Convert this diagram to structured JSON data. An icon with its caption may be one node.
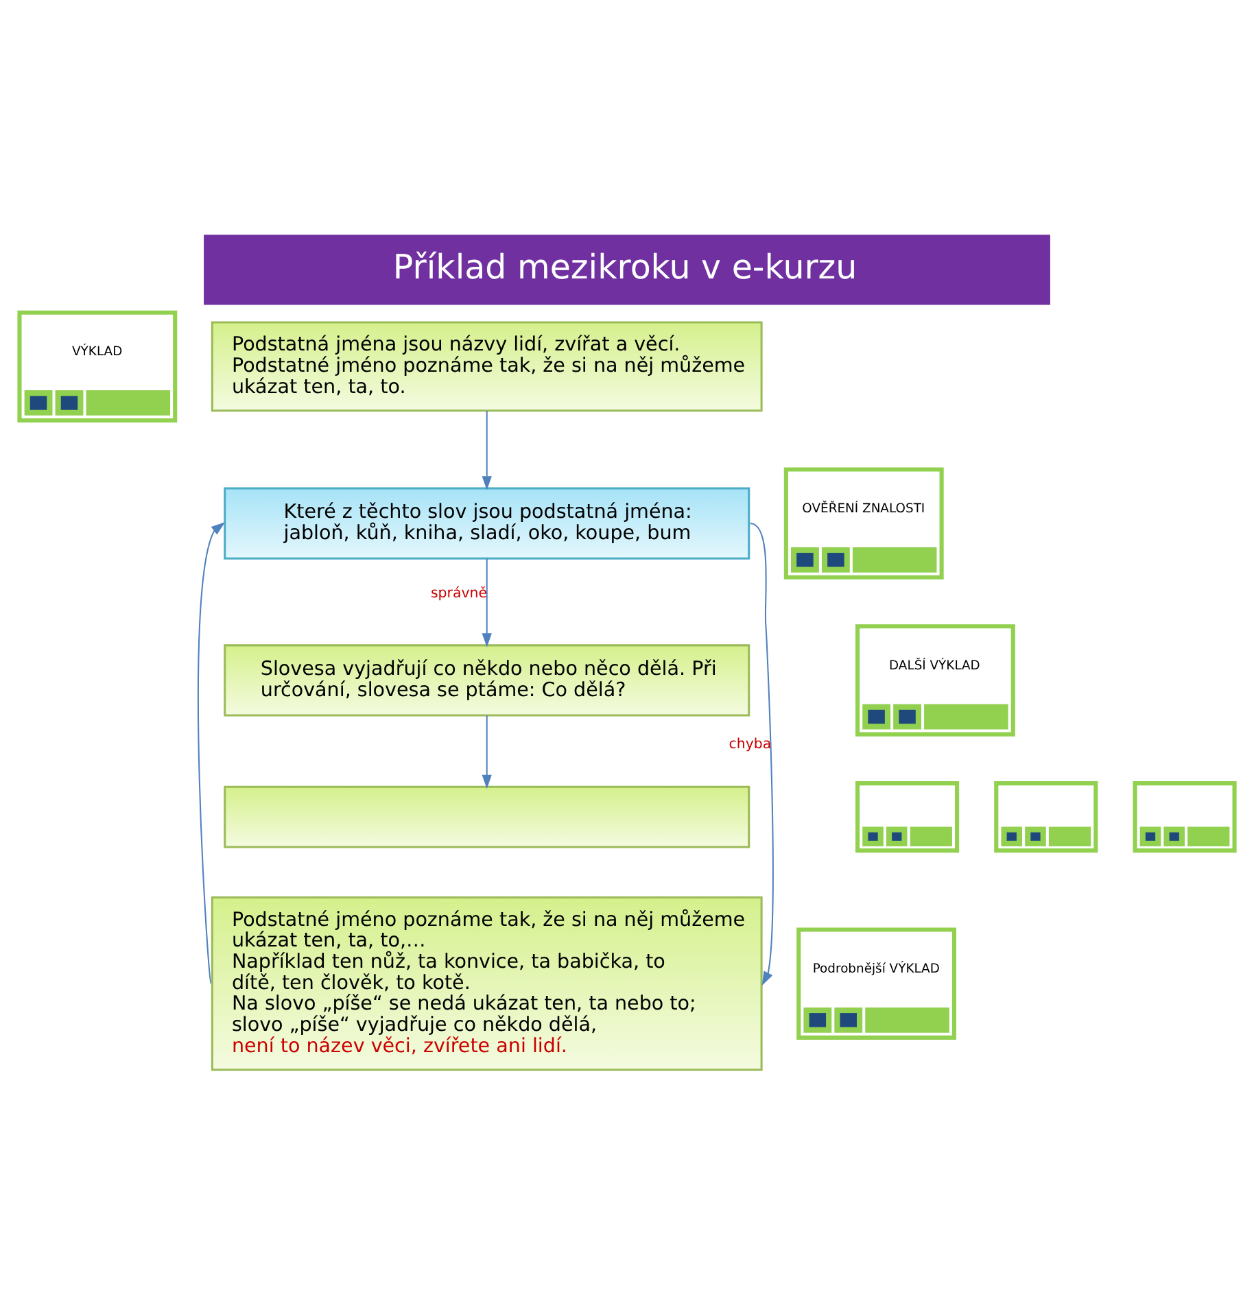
{
  "diagram": {
    "title": "Příklad mezikroku v e-kurzu",
    "nodes": [
      {
        "text": [
          "VÝKLAD"
        ]
      },
      {
        "text": [
          "Podstatná jména jsou názvy lidí, zvířat a věcí. Podstatné jméno poznáme tak, že si na něj můžeme ukázat ten, ta, to."
        ]
      },
      {
        "text": [
          "OVĚŘENÍ ZNALOSTI"
        ]
      },
      {
        "text": [
          "Které z těchto slov jsou podstatná jména: jabloň, kůň, kniha, sladí, oko, koupe, bum"
        ]
      },
      {
        "text": [
          "DALŠÍ VÝKLAD"
        ]
      },
      {
        "text": [
          "Slovesa vyjadřují co někdo nebo něco dělá. Při určování, slovesa se ptáme: Co dělá?"
        ]
      },
      {
        "text": [],
        "shape": "box"
      },
      {
        "text": [],
        "shape": "box"
      },
      {
        "text": [],
        "shape": "box"
      },
      {
        "text": [],
        "shape": "box"
      },
      {
        "text": [
          "Podrobnější VÝKLAD"
        ]
      },
      {
        "text": [
          "Podstatné jméno poznáme tak, že si na něj můžeme ukázat ten, ta, to,…",
          "Například ten nůž, ta konvice, ta babička, to dítě, ten člověk, to kotě.",
          "Na slovo „píše“ se nedá ukázat ten, ta nebo to; slovo „píše“ vyjadřuje co někdo dělá,",
          "není to název věci, zvířete ani lidí."
        ]
      }
    ],
    "edges": [
      {
        "from": 1,
        "to": 3,
        "arrow": "to"
      },
      {
        "from": 3,
        "to": 5,
        "arrow": "to",
        "label": "správně"
      },
      {
        "from": 3,
        "to": 11,
        "arrow": "to",
        "label": "chyba"
      },
      {
        "from": 11,
        "to": 3,
        "arrow": "to"
      },
      {
        "from": 5,
        "to": 6,
        "arrow": "to"
      }
    ]
  }
}
